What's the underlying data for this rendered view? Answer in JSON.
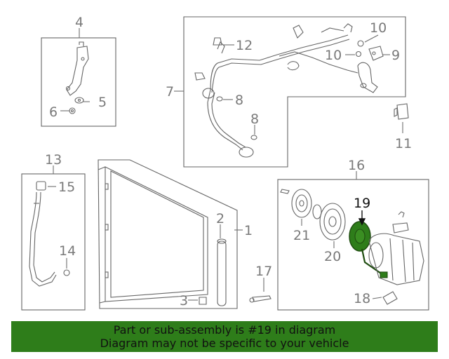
{
  "callouts": {
    "n1": "1",
    "n2": "2",
    "n3": "3",
    "n4": "4",
    "n5": "5",
    "n6": "6",
    "n7": "7",
    "n8a": "8",
    "n8b": "8",
    "n9": "9",
    "n10a": "10",
    "n10b": "10",
    "n11": "11",
    "n12": "12",
    "n13": "13",
    "n14": "14",
    "n15": "15",
    "n16": "16",
    "n17": "17",
    "n18": "18",
    "n19": "19",
    "n20": "20",
    "n21": "21"
  },
  "banner": {
    "line1": "Part or sub-assembly is #19 in diagram",
    "line2": "Diagram may not be specific to your vehicle"
  },
  "colors": {
    "highlight": "#2e7d1a",
    "line": "#6e6e6e",
    "label": "#7a7a7a"
  }
}
